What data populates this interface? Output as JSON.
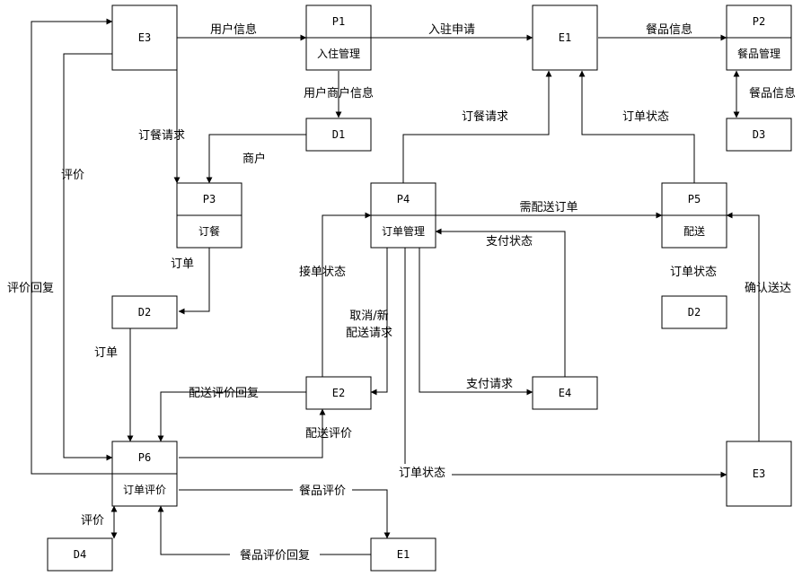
{
  "nodes": {
    "e3_top": {
      "label": "E3"
    },
    "p1": {
      "id": "P1",
      "name": "入住管理"
    },
    "e1_top": {
      "label": "E1"
    },
    "p2": {
      "id": "P2",
      "name": "餐品管理"
    },
    "d1": {
      "label": "D1"
    },
    "d3": {
      "label": "D3"
    },
    "p3": {
      "id": "P3",
      "name": "订餐"
    },
    "p4": {
      "id": "P4",
      "name": "订单管理"
    },
    "p5": {
      "id": "P5",
      "name": "配送"
    },
    "d2_left": {
      "label": "D2"
    },
    "d2_right": {
      "label": "D2"
    },
    "e2": {
      "label": "E2"
    },
    "e4": {
      "label": "E4"
    },
    "p6": {
      "id": "P6",
      "name": "订单评价"
    },
    "e3_bottom": {
      "label": "E3"
    },
    "d4": {
      "label": "D4"
    },
    "e1_bottom": {
      "label": "E1"
    }
  },
  "flows": {
    "user_info": "用户信息",
    "settle_apply": "入驻申请",
    "dish_info_p2": "餐品信息",
    "dish_info_d3": "餐品信息",
    "user_merchant_info": "用户商户信息",
    "order_request_e3": "订餐请求",
    "merchant": "商户",
    "order_request_p4": "订餐请求",
    "order_status_p5": "订单状态",
    "review": "评价",
    "review_reply": "评价回复",
    "need_delivery": "需配送订单",
    "pay_status": "支付状态",
    "order_p3_d2": "订单",
    "accept_status": "接单状态",
    "order_status_d2": "订单状态",
    "confirm_delivery": "确认送达",
    "cancel_new_1": "取消/新",
    "cancel_new_2": "配送请求",
    "order_d2_p6": "订单",
    "delivery_review_reply": "配送评价回复",
    "pay_request": "支付请求",
    "delivery_review": "配送评价",
    "order_status_e3": "订单状态",
    "dish_review": "餐品评价",
    "review_d4": "评价",
    "dish_review_reply": "餐品评价回复"
  }
}
